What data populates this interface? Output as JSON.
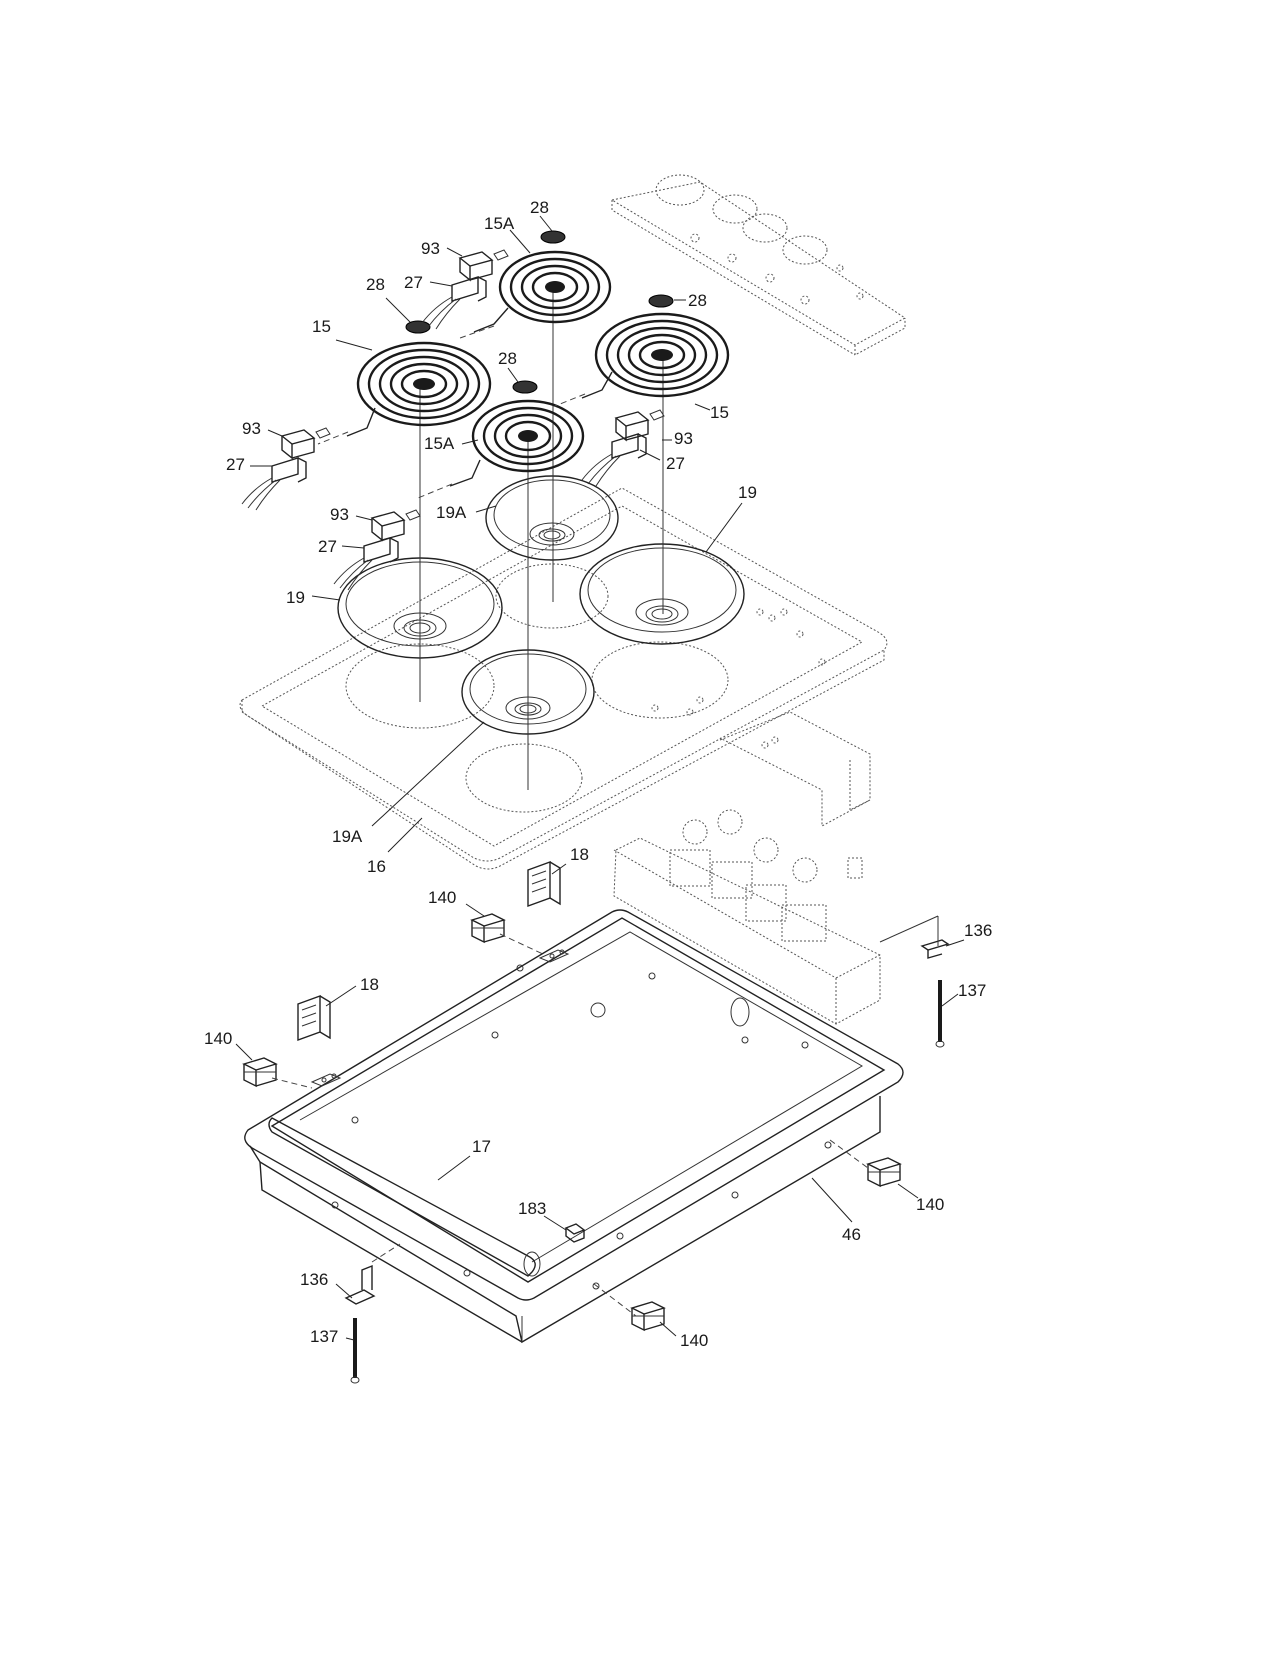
{
  "labels": {
    "l15A_top": "15A",
    "l28_top": "28",
    "l93_top": "93",
    "l27_top": "27",
    "l28_left": "28",
    "l28_right": "28",
    "l15_left": "15",
    "l28_mid": "28",
    "l15_right": "15",
    "l93_left": "93",
    "l15A_mid": "15A",
    "l93_right": "93",
    "l27_left": "27",
    "l27_right": "27",
    "l19_right": "19",
    "l93_lower": "93",
    "l19A_top": "19A",
    "l27_lower": "27",
    "l19_left": "19",
    "l19A_bottom": "19A",
    "l16": "16",
    "l18_upper": "18",
    "l140_upper": "140",
    "l136_right": "136",
    "l137_right": "137",
    "l18_lower": "18",
    "l140_left": "140",
    "l17": "17",
    "l140_right": "140",
    "l183": "183",
    "l46": "46",
    "l136_left": "136",
    "l140_bottom": "140",
    "l137_left": "137"
  }
}
